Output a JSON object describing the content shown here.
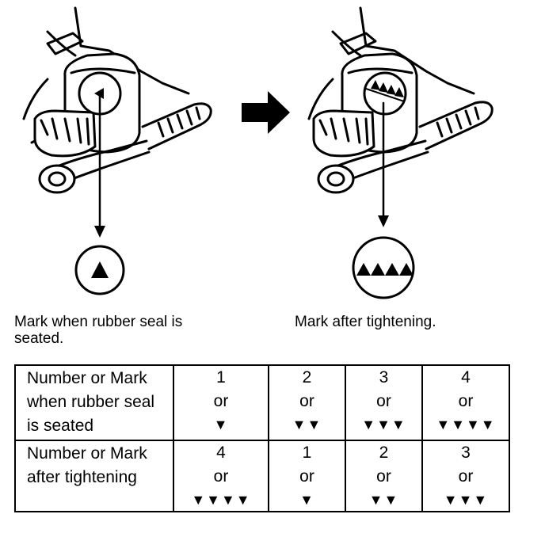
{
  "captions": {
    "seated": "Mark when rubber seal is seated.",
    "tightened": "Mark after tightening."
  },
  "table": {
    "rows": [
      {
        "header": "Number or Mark when rubber seal is seated",
        "cells": [
          {
            "number": "1",
            "or": "or",
            "marks": "▼"
          },
          {
            "number": "2",
            "or": "or",
            "marks": "▼▼"
          },
          {
            "number": "3",
            "or": "or",
            "marks": "▼▼▼"
          },
          {
            "number": "4",
            "or": "or",
            "marks": "▼▼▼▼"
          }
        ]
      },
      {
        "header": "Number or Mark after tightening",
        "cells": [
          {
            "number": "4",
            "or": "or",
            "marks": "▼▼▼▼"
          },
          {
            "number": "1",
            "or": "or",
            "marks": "▼"
          },
          {
            "number": "2",
            "or": "or",
            "marks": "▼▼"
          },
          {
            "number": "3",
            "or": "or",
            "marks": "▼▼▼"
          }
        ]
      }
    ]
  },
  "icons": {
    "arrow": "right-arrow-icon",
    "filter": "oil-filter-icon",
    "wrench": "filter-wrench-icon"
  }
}
